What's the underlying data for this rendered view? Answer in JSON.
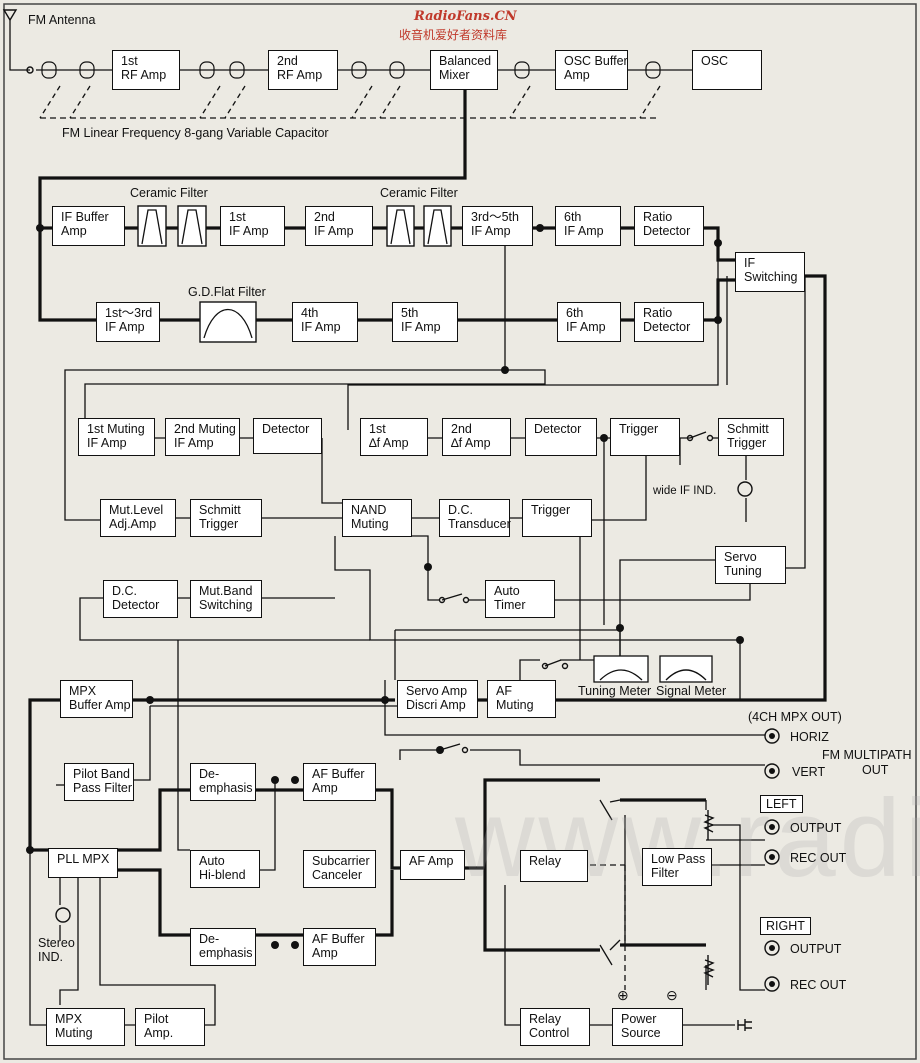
{
  "watermark": {
    "site": "RadioFans.CN",
    "subtitle": "收音机爱好者资料库",
    "background": "www.radio"
  },
  "antenna_label": "FM Antenna",
  "capacitor_label": "FM Linear Frequency 8-gang Variable Capacitor",
  "filters": {
    "ceramic_1": "Ceramic Filter",
    "ceramic_2": "Ceramic Filter",
    "gd_flat": "G.D.Flat Filter"
  },
  "blocks": {
    "rf1": "1st\nRF Amp",
    "rf2": "2nd\nRF Amp",
    "balanced_mixer": "Balanced\nMixer",
    "osc_buffer": "OSC Buffer\nAmp",
    "osc": "OSC",
    "if_buffer": "IF Buffer\nAmp",
    "if1": "1st\nIF Amp",
    "if2": "2nd\nIF Amp",
    "if3_5": "3rd～5th\nIF Amp",
    "if6_top": "6th\nIF Amp",
    "ratio_top": "Ratio\nDetector",
    "if_switching": "IF\nSwitching",
    "if1_3": "1st～3rd\nIF Amp",
    "if4": "4th\nIF Amp",
    "if5": "5th\nIF Amp",
    "if6_bot": "6th\nIF Amp",
    "ratio_bot": "Ratio\nDetector",
    "muting1": "1st Muting\nIF Amp",
    "muting2": "2nd Muting\nIF Amp",
    "detector1": "Detector",
    "df1": "1st\n∆f Amp",
    "df2": "2nd\n∆f Amp",
    "detector2": "Detector",
    "trigger1": "Trigger",
    "schmitt1": "Schmitt\nTrigger",
    "mut_level": "Mut.Level\nAdj.Amp",
    "schmitt2": "Schmitt\nTrigger",
    "nand": "NAND\nMuting",
    "dc_transducer": "D.C.\nTransducer",
    "trigger2": "Trigger",
    "servo_tuning": "Servo\nTuning",
    "dc_detector": "D.C.\nDetector",
    "mut_band": "Mut.Band\nSwitching",
    "auto_timer": "Auto\nTimer",
    "mpx_buffer": "MPX\nBuffer Amp",
    "servo_amp": "Servo Amp\nDiscri Amp",
    "af_muting": "AF\nMuting",
    "pilot_bpf": "Pilot Band\nPass Filter",
    "deemph1": "De-\nemphasis",
    "af_buffer1": "AF Buffer\nAmp",
    "pll_mpx": "PLL MPX",
    "auto_hiblend": "Auto\nHi-blend",
    "subcarrier": "Subcarrier\nCanceler",
    "af_amp": "AF Amp",
    "relay": "Relay",
    "low_pass": "Low Pass\nFilter",
    "deemph2": "De-\nemphasis",
    "af_buffer2": "AF Buffer\nAmp",
    "mpx_muting": "MPX\nMuting",
    "pilot_amp": "Pilot\nAmp.",
    "relay_control": "Relay\nControl",
    "power_source": "Power\nSource"
  },
  "labels": {
    "wide_if_ind": "wide  IF IND.",
    "tuning_meter": "Tuning Meter",
    "signal_meter": "Signal Meter",
    "mpx_out": "(4CH MPX OUT)",
    "horiz": "HORIZ",
    "vert": "VERT",
    "fm_multipath": "FM MULTIPATH",
    "fm_multipath_out": "OUT",
    "left": "LEFT",
    "right": "RIGHT",
    "output_l": "OUTPUT",
    "rec_out_l": "REC OUT",
    "output_r": "OUTPUT",
    "rec_out_r": "REC OUT",
    "stereo_ind": "Stereo\nIND.",
    "plus": "⊕",
    "minus": "⊖"
  }
}
